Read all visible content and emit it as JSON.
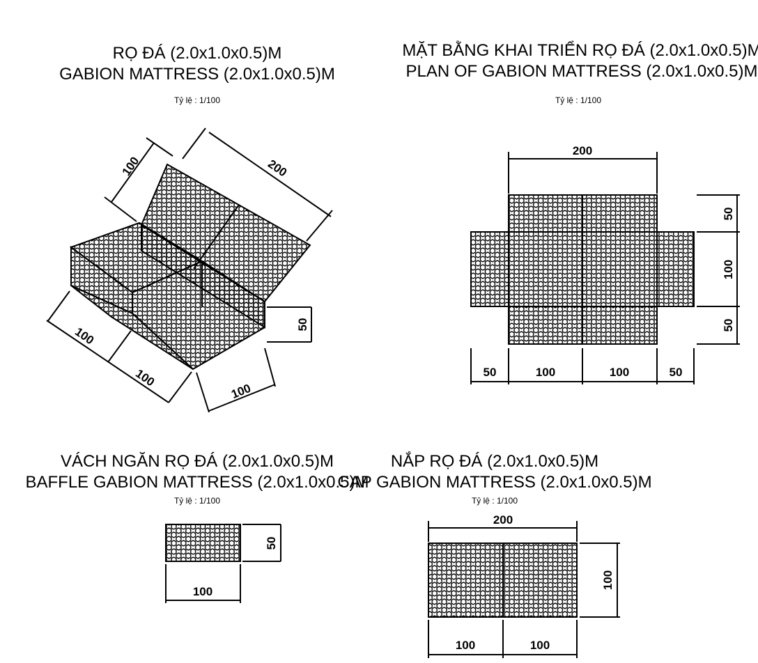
{
  "drawings": {
    "isometric": {
      "title_vi": "RỌ ĐÁ (2.0x1.0x0.5)M",
      "title_en": "GABION MATTRESS (2.0x1.0x0.5)M",
      "scale": "Tỷ lệ : 1/100",
      "dims": {
        "top_width": "100",
        "top_length": "200",
        "height": "50",
        "bottom_left": "100",
        "bottom_mid": "100",
        "bottom_right": "100"
      }
    },
    "plan": {
      "title_vi": "MẶT BẰNG KHAI TRIỂN RỌ ĐÁ (2.0x1.0x0.5)M",
      "title_en": "PLAN OF GABION MATTRESS (2.0x1.0x0.5)M",
      "scale": "Tỷ lệ : 1/100",
      "dims": {
        "top": "200",
        "right_top": "50",
        "right_mid": "100",
        "right_bottom": "50",
        "bottom_1": "50",
        "bottom_2": "100",
        "bottom_3": "100",
        "bottom_4": "50"
      }
    },
    "baffle": {
      "title_vi": "VÁCH NGĂN RỌ ĐÁ (2.0x1.0x0.5)M",
      "title_en": "BAFFLE GABION MATTRESS (2.0x1.0x0.5)M",
      "scale": "Tỷ lệ : 1/100",
      "dims": {
        "height": "50",
        "width": "100"
      }
    },
    "cap": {
      "title_vi": "NẮP RỌ ĐÁ (2.0x1.0x0.5)M",
      "title_en": "CAP GABION MATTRESS (2.0x1.0x0.5)M",
      "scale": "Tỷ lệ : 1/100",
      "dims": {
        "top": "200",
        "height": "100",
        "bottom_left": "100",
        "bottom_right": "100"
      }
    }
  }
}
